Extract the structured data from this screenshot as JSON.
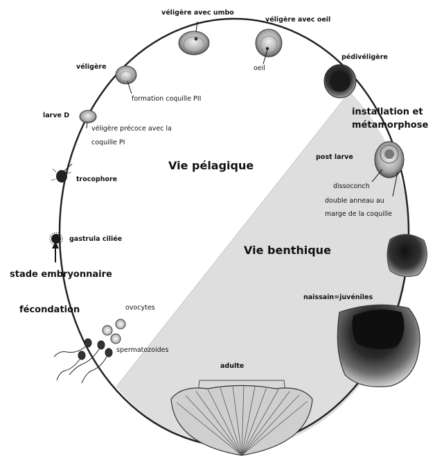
{
  "labels": {
    "veligere_umbo": "véligère avec umbo",
    "veligere_oeil": "véligère avec oeil",
    "oeil": "oeil",
    "pediveligere": "pédivéligère",
    "veligere": "véligère",
    "formation_coquille": "formation coquille PII",
    "larve_d": "larve D",
    "veligere_precoce_1": "véligère précoce avec la",
    "veligere_precoce_2": "coquille PI",
    "installation_1": "installation et",
    "installation_2": "métamorphose",
    "post_larve": "post larve",
    "vie_pelagique": "Vie pélagique",
    "trocophore": "trocophore",
    "dissoconch": "dissoconch",
    "double_anneau_1": "double anneau au",
    "double_anneau_2": "marge de la coquille",
    "gastrula": "gastrula ciliée",
    "vie_benthique": "Vie benthique",
    "stade_embryonnaire": "stade embryonnaire",
    "naissain": "naissain=juvéniles",
    "fecondation": "fécondation",
    "ovocytes": "ovocytes",
    "spermatozoides": "spermatozoides",
    "adulte": "adulte"
  },
  "colors": {
    "benthic_fill": "#dedede",
    "cycle_line": "#222222",
    "shell_light": "#c9c9c9",
    "shell_dark": "#2a2a2a"
  }
}
